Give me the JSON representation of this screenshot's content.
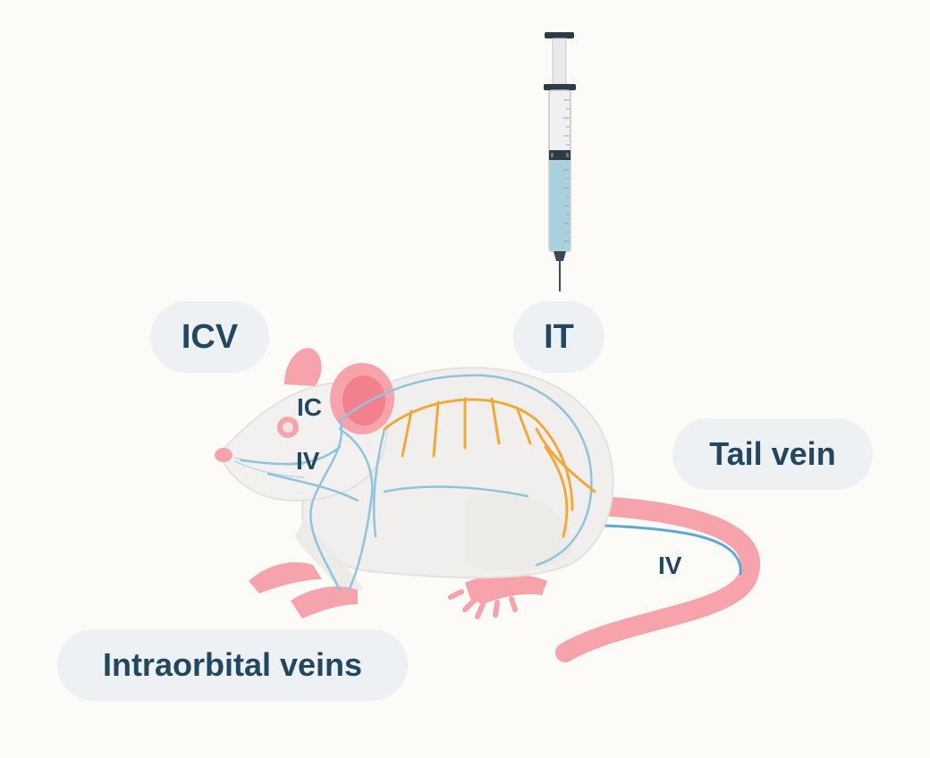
{
  "labels": {
    "icv": "ICV",
    "it": "IT",
    "tail_vein": "Tail vein",
    "intraorbital_veins": "Intraorbital veins",
    "ic": "IC",
    "iv_head": "IV",
    "iv_tail": "IV"
  },
  "colors": {
    "background": "#fcfbf7",
    "pill_background": "#eef1f4",
    "label_text": "#22475f",
    "mouse_body": "#f0efed",
    "mouse_pink": "#f7a3ab",
    "vein_blue": "#8fc4dc",
    "nerve_orange": "#f3a93a",
    "syringe_fluid": "#a9d0dd"
  },
  "icons": [
    "syringe-icon",
    "mouse-illustration"
  ]
}
